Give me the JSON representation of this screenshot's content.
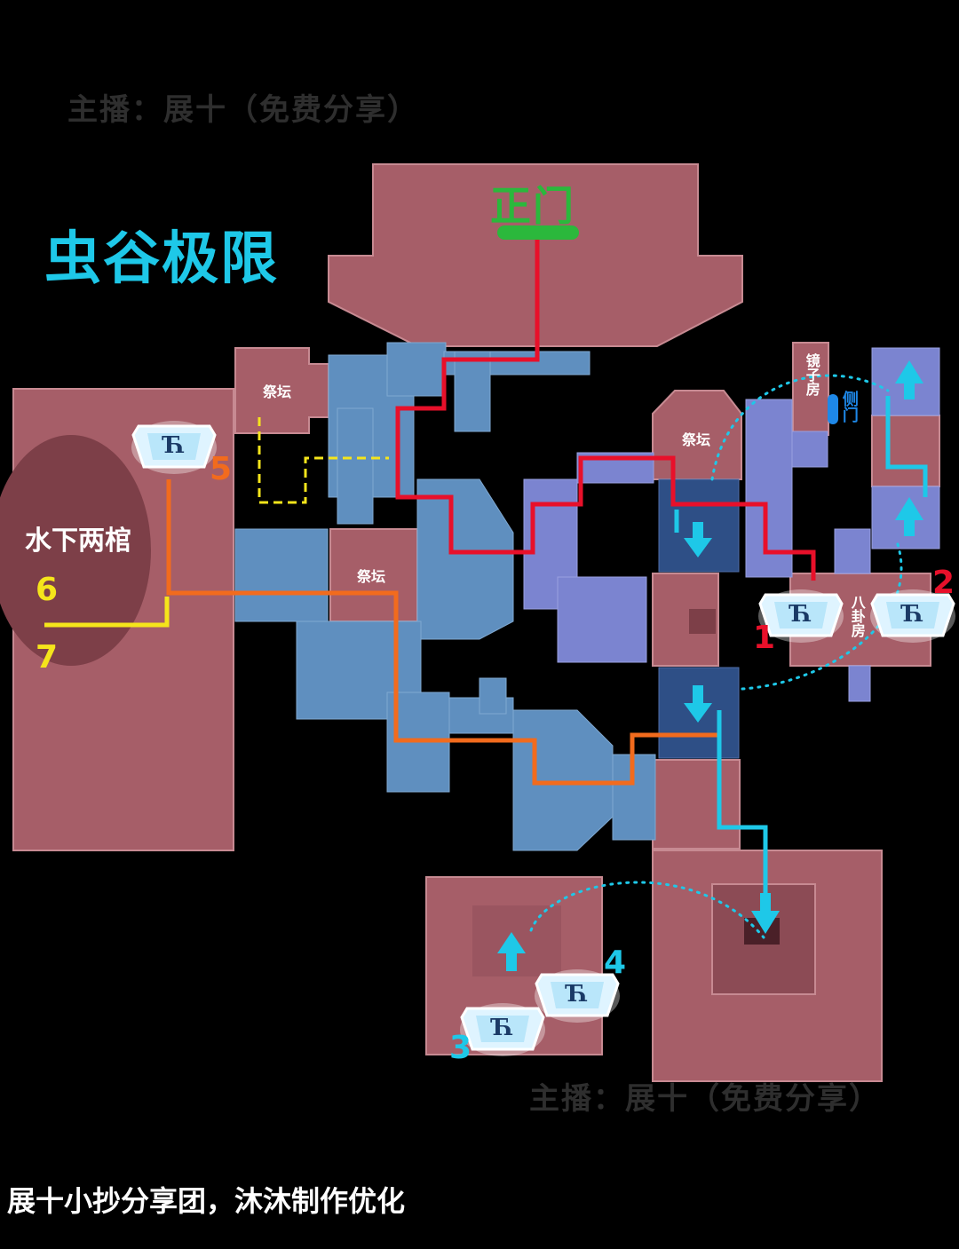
{
  "watermark": "主播：展十（免费分享）",
  "title": "虫谷极限",
  "footer": "展十小抄分享团，沐沐制作优化",
  "labels": {
    "main_gate": "正门",
    "altar": "祭坛",
    "mirror_room": "镜子房",
    "side_gate": "侧门",
    "bagua_room": "八卦房",
    "underwater_coffins": "水下两棺"
  },
  "chests": [
    {
      "number": "1",
      "color": "#e8102a"
    },
    {
      "number": "2",
      "color": "#e8102a"
    },
    {
      "number": "3",
      "color": "#1ec8e8"
    },
    {
      "number": "4",
      "color": "#1ec8e8"
    },
    {
      "number": "5",
      "color": "#f26b1d"
    },
    {
      "number": "6",
      "color": "#f5e51b"
    },
    {
      "number": "7",
      "color": "#f5e51b"
    }
  ],
  "route_colors": {
    "red": "#e8102a",
    "orange": "#f26b1d",
    "yellow": "#f5e51b",
    "cyan": "#1ec8e8",
    "green": "#2bb83c"
  }
}
